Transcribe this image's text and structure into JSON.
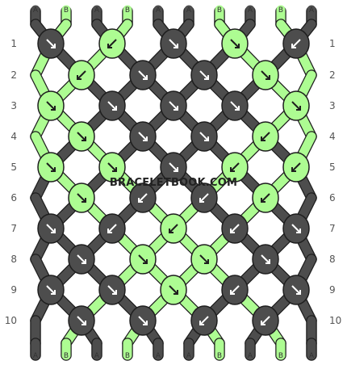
{
  "string_colors": {
    "A": "#4d4d4d",
    "B": "#adfc92"
  },
  "colors": {
    "outline": "#1e1e1e",
    "arrow": "#ffffff",
    "label": "#555555",
    "background": "#ffffff"
  },
  "string_order": [
    "A",
    "B",
    "A",
    "B",
    "A",
    "A",
    "B",
    "A",
    "B",
    "A"
  ],
  "top_labels": [
    "A",
    "B",
    "A",
    "B",
    "A",
    "A",
    "B",
    "A",
    "B",
    "A"
  ],
  "bottom_labels": [
    "A",
    "B",
    "A",
    "B",
    "A",
    "A",
    "B",
    "A",
    "B",
    "A"
  ],
  "row_numbers": [
    "1",
    "2",
    "3",
    "4",
    "5",
    "6",
    "7",
    "8",
    "9",
    "10"
  ],
  "knot_rows": [
    {
      "row": "1",
      "knots": [
        {
          "color": "A",
          "dir": "↘"
        },
        {
          "color": "B",
          "dir": "↙"
        },
        {
          "color": "A",
          "dir": "↘"
        },
        {
          "color": "B",
          "dir": "↘"
        },
        {
          "color": "A",
          "dir": "↙"
        }
      ]
    },
    {
      "row": "2",
      "knots": [
        {
          "color": "B",
          "dir": "↙"
        },
        {
          "color": "A",
          "dir": "↘"
        },
        {
          "color": "A",
          "dir": "↘"
        },
        {
          "color": "B",
          "dir": "↘"
        }
      ]
    },
    {
      "row": "3",
      "knots": [
        {
          "color": "B",
          "dir": "↘"
        },
        {
          "color": "A",
          "dir": "↘"
        },
        {
          "color": "A",
          "dir": "↘"
        },
        {
          "color": "A",
          "dir": "↘"
        },
        {
          "color": "B",
          "dir": "↘"
        }
      ]
    },
    {
      "row": "4",
      "knots": [
        {
          "color": "B",
          "dir": "↘"
        },
        {
          "color": "A",
          "dir": "↘"
        },
        {
          "color": "A",
          "dir": "↘"
        },
        {
          "color": "B",
          "dir": "↙"
        }
      ]
    },
    {
      "row": "5",
      "knots": [
        {
          "color": "B",
          "dir": "↘"
        },
        {
          "color": "B",
          "dir": "↘"
        },
        {
          "color": "A",
          "dir": "↘"
        },
        {
          "color": "B",
          "dir": "↙"
        },
        {
          "color": "B",
          "dir": "↙"
        }
      ]
    },
    {
      "row": "6",
      "knots": [
        {
          "color": "B",
          "dir": "↘"
        },
        {
          "color": "A",
          "dir": "↙"
        },
        {
          "color": "A",
          "dir": "↙"
        },
        {
          "color": "B",
          "dir": "↙"
        }
      ]
    },
    {
      "row": "7",
      "knots": [
        {
          "color": "A",
          "dir": "↘"
        },
        {
          "color": "A",
          "dir": "↙"
        },
        {
          "color": "B",
          "dir": "↙"
        },
        {
          "color": "A",
          "dir": "↙"
        },
        {
          "color": "A",
          "dir": "↘"
        }
      ]
    },
    {
      "row": "8",
      "knots": [
        {
          "color": "A",
          "dir": "↘"
        },
        {
          "color": "B",
          "dir": "↘"
        },
        {
          "color": "B",
          "dir": "↘"
        },
        {
          "color": "A",
          "dir": "↘"
        }
      ]
    },
    {
      "row": "9",
      "knots": [
        {
          "color": "A",
          "dir": "↘"
        },
        {
          "color": "A",
          "dir": "↘"
        },
        {
          "color": "B",
          "dir": "↘"
        },
        {
          "color": "A",
          "dir": "↙"
        },
        {
          "color": "A",
          "dir": "↘"
        }
      ]
    },
    {
      "row": "10",
      "knots": [
        {
          "color": "A",
          "dir": "↘"
        },
        {
          "color": "A",
          "dir": "↘"
        },
        {
          "color": "A",
          "dir": "↙"
        },
        {
          "color": "A",
          "dir": "↙"
        }
      ]
    }
  ],
  "watermark": "BRACELETBOOK.COM"
}
